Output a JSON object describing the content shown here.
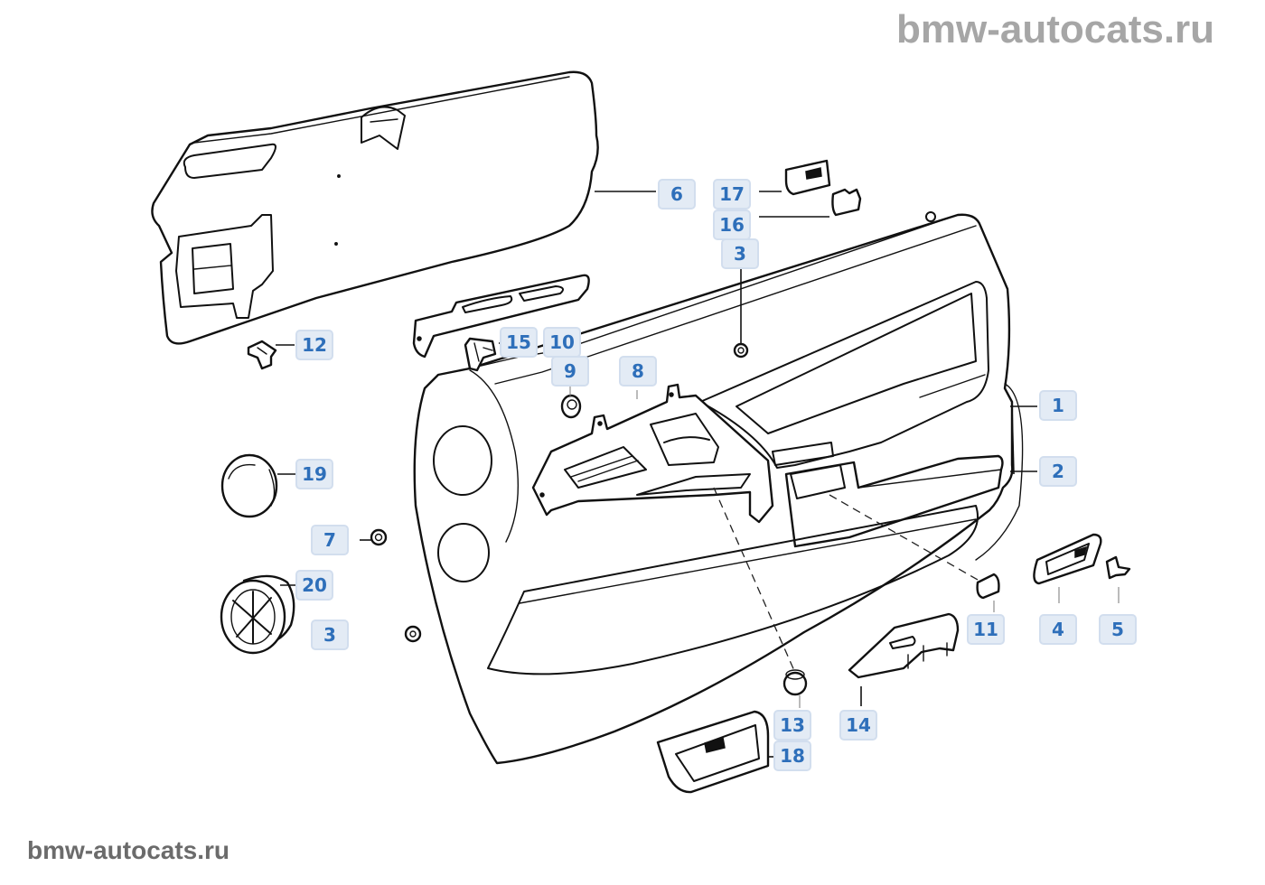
{
  "watermark": {
    "top": "bmw-autocats.ru",
    "bottom": "bmw-autocats.ru"
  },
  "diagram": {
    "title": "Door trim panel exploded parts diagram",
    "callouts": [
      {
        "id": "c1",
        "label": "1",
        "part": "door-trim-panel"
      },
      {
        "id": "c2",
        "label": "2",
        "part": "door-trim-panel-lower"
      },
      {
        "id": "c3a",
        "label": "3",
        "part": "clip-upper"
      },
      {
        "id": "c3b",
        "label": "3",
        "part": "clip-lower-left"
      },
      {
        "id": "c4",
        "label": "4",
        "part": "switch-frame"
      },
      {
        "id": "c5",
        "label": "5",
        "part": "small-clip"
      },
      {
        "id": "c6",
        "label": "6",
        "part": "moisture-barrier-sheet"
      },
      {
        "id": "c7",
        "label": "7",
        "part": "nut"
      },
      {
        "id": "c8",
        "label": "8",
        "part": "armrest-bracket"
      },
      {
        "id": "c9",
        "label": "9",
        "part": "grommet"
      },
      {
        "id": "c10",
        "label": "10",
        "part": "window-trim-strip"
      },
      {
        "id": "c11",
        "label": "11",
        "part": "cover-cap"
      },
      {
        "id": "c12",
        "label": "12",
        "part": "expanding-rivet"
      },
      {
        "id": "c13",
        "label": "13",
        "part": "plug"
      },
      {
        "id": "c14",
        "label": "14",
        "part": "handle-cover"
      },
      {
        "id": "c15",
        "label": "15",
        "part": "clip"
      },
      {
        "id": "c16",
        "label": "16",
        "part": "lock-button-guide"
      },
      {
        "id": "c17",
        "label": "17",
        "part": "cover"
      },
      {
        "id": "c18",
        "label": "18",
        "part": "courtesy-light"
      },
      {
        "id": "c19",
        "label": "19",
        "part": "speaker-cover"
      },
      {
        "id": "c20",
        "label": "20",
        "part": "speaker-grille"
      }
    ]
  }
}
